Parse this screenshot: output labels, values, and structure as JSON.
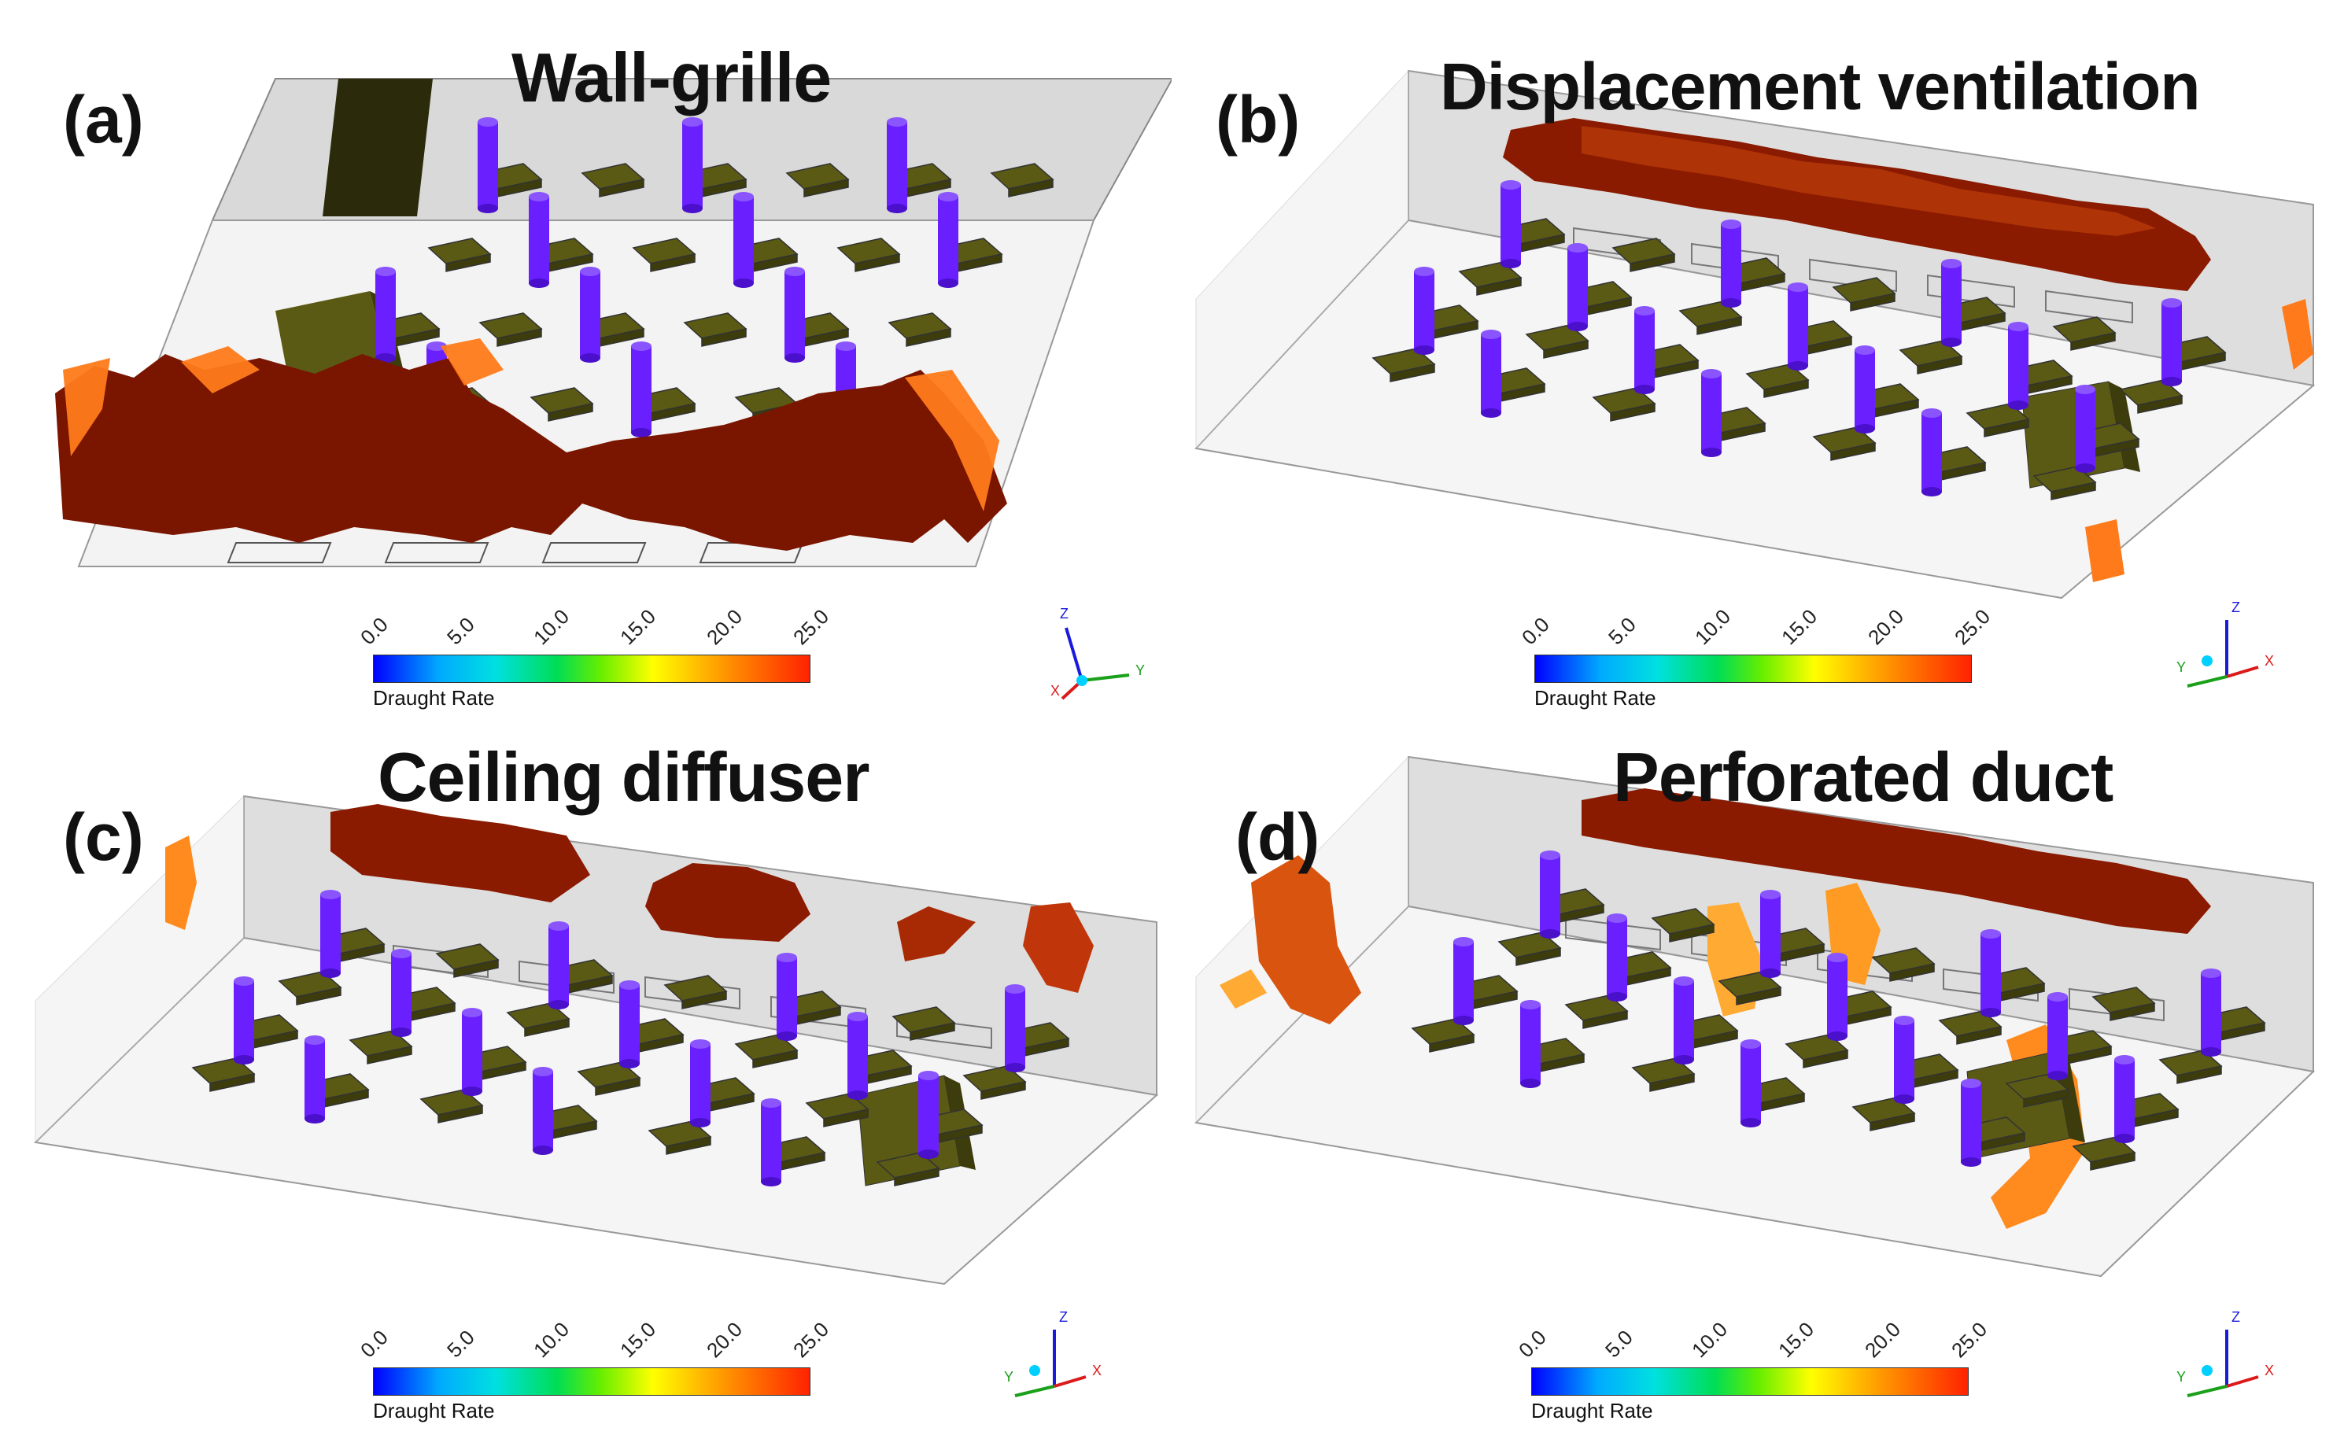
{
  "panels": [
    {
      "id": "a",
      "letter": "(a)",
      "title": "Wall-grille",
      "triad_labels": {
        "z": "Z",
        "y": "Y",
        "x": "X"
      }
    },
    {
      "id": "b",
      "letter": "(b)",
      "title": "Displacement ventilation",
      "triad_labels": {
        "z": "Z",
        "y": "Y",
        "x": "X"
      }
    },
    {
      "id": "c",
      "letter": "(c)",
      "title": "Ceiling diffuser",
      "triad_labels": {
        "z": "Z",
        "y": "Y",
        "x": "X"
      }
    },
    {
      "id": "d",
      "letter": "(d)",
      "title": "Perforated duct",
      "triad_labels": {
        "z": "Z",
        "y": "Y",
        "x": "X"
      }
    }
  ],
  "colorbar": {
    "label": "Draught Rate",
    "ticks": [
      "0.0",
      "5.0",
      "10.0",
      "15.0",
      "20.0",
      "25.0"
    ],
    "range": [
      0,
      25
    ]
  },
  "colors": {
    "column": "#6a1fff",
    "desk": "#5a5a14",
    "cabinet": "#555512",
    "wall": "#dcdcdc",
    "floor": "#f4f4f4",
    "isosurface_dark": "#7a1500",
    "isosurface_light": "#ff8a1e"
  }
}
